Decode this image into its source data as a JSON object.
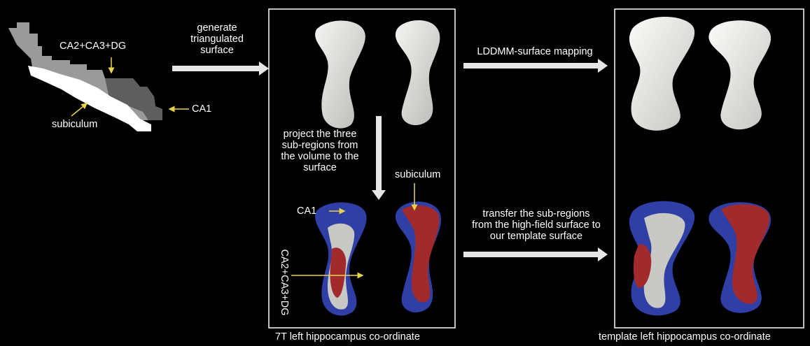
{
  "colors": {
    "background": "#000000",
    "subiculum": "#a02a2c",
    "ca1": "#2f3fa6",
    "ca2_ca3_dg": "#c8c8c4",
    "surface": "#e4e4e0",
    "arrow": "#e6e6e6",
    "pointer": "#e8d24a",
    "frame": "#ffffff"
  },
  "labels": {
    "seg_ca2ca3dg": "CA2+CA3+DG",
    "seg_ca1": "CA1",
    "seg_subiculum": "subiculum",
    "step_generate": "generate\ntriangulated\nsurface",
    "step_lddmm": "LDDMM-surface mapping",
    "step_project": "project the three\nsub-regions from\nthe volume to the\nsurface",
    "step_transfer": "transfer the sub-regions\nfrom the high-field surface to\nour template surface",
    "mid_subiculum": "subiculum",
    "mid_ca1": "CA1",
    "mid_ca2ca3dg": "CA2+CA3+DG",
    "caption_7t": "7T left hippocampus co-ordinate",
    "caption_template": "template left hippocampus co-ordinate"
  }
}
